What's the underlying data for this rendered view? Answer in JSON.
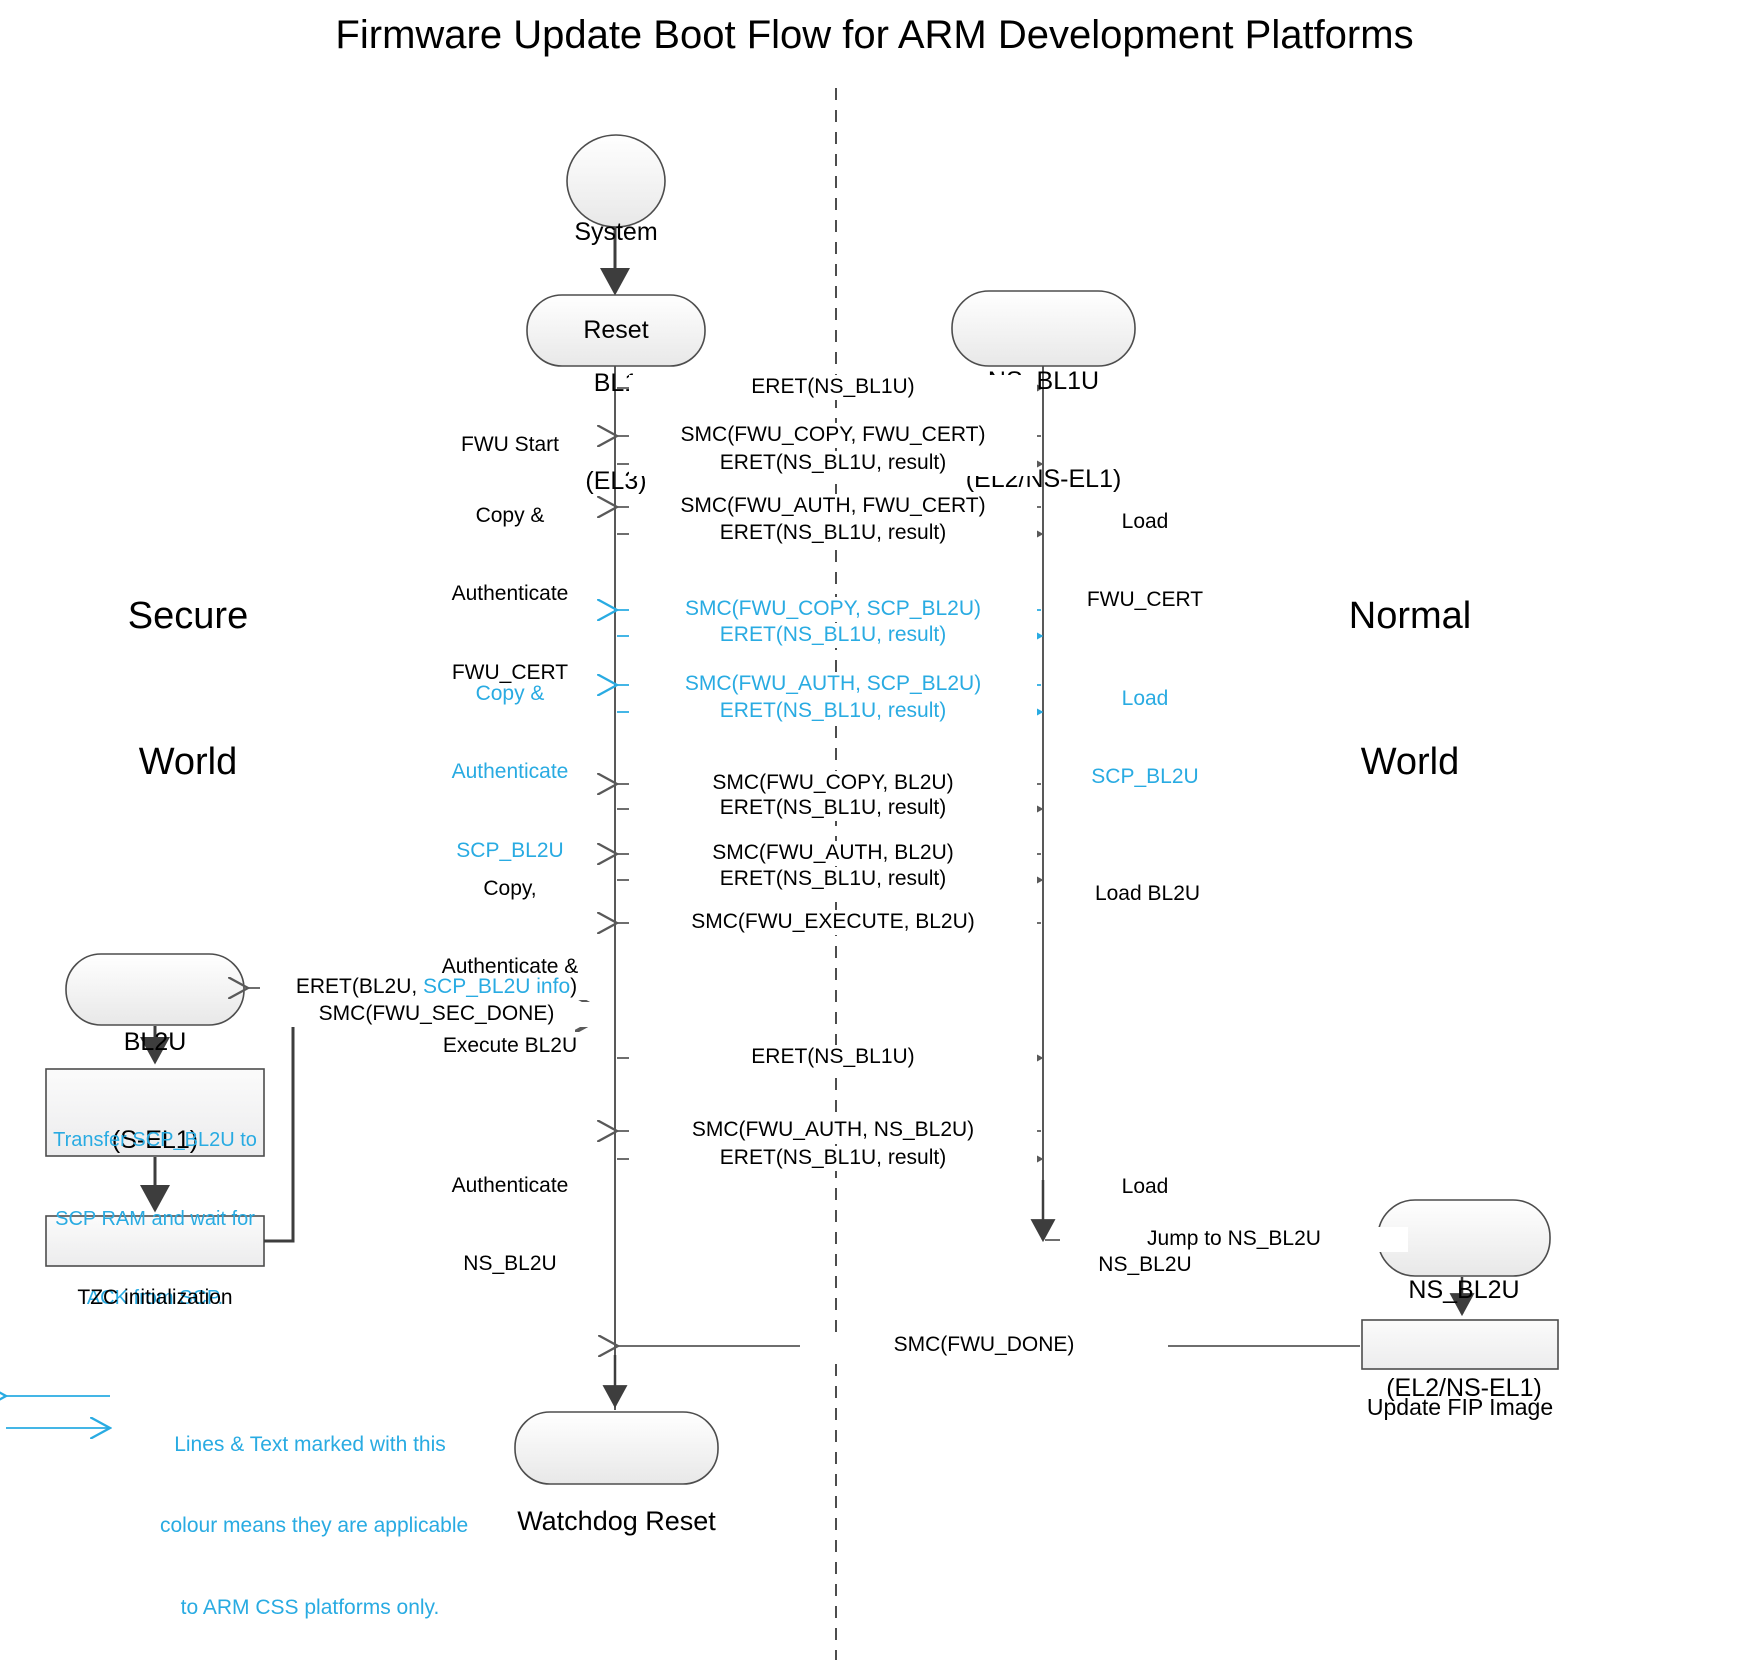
{
  "title": "Firmware Update Boot Flow for ARM Development Platforms",
  "colors": {
    "cyan": "#29ABE2",
    "line": "#595959",
    "text": "#000000",
    "node_fill_top": "#ffffff",
    "node_fill_bottom": "#ebebeb",
    "node_stroke": "#4d4d4d"
  },
  "worlds": {
    "secure_line1": "Secure",
    "secure_line2": "World",
    "normal_line1": "Normal",
    "normal_line2": "World"
  },
  "nodes": {
    "system_reset": {
      "line1": "System",
      "line2": "Reset",
      "shape": "ellipse"
    },
    "bl1": {
      "line1": "BL1",
      "line2": "(EL3)",
      "shape": "rounded"
    },
    "ns_bl1u": {
      "line1": "NS_BL1U",
      "line2": "(EL2/NS-EL1)",
      "shape": "rounded"
    },
    "bl2u": {
      "line1": "BL2U",
      "line2": "(S-EL1)",
      "shape": "rounded"
    },
    "ns_bl2u": {
      "line1": "NS_BL2U",
      "line2": "(EL2/NS-EL1)",
      "shape": "rounded"
    },
    "watchdog_reset": {
      "line1": "Watchdog Reset",
      "shape": "rounded"
    },
    "transfer_box": {
      "line1": "Transfer SCP_BL2U to",
      "line2": "SCP RAM and wait for",
      "line3": "ACK from SCP.",
      "shape": "rect",
      "color": "cyan"
    },
    "tzc_box": {
      "line1": "TZC initialization",
      "shape": "rect",
      "color": "dark"
    },
    "update_fip_box": {
      "line1": "Update FIP Image",
      "shape": "rect",
      "color": "dark"
    }
  },
  "messages": [
    {
      "id": "m1",
      "label": "ERET(NS_BL1U)",
      "dir": "right",
      "color": "dark"
    },
    {
      "id": "m2",
      "label": "SMC(FWU_COPY, FWU_CERT)",
      "dir": "left",
      "color": "dark"
    },
    {
      "id": "m3",
      "label": "ERET(NS_BL1U, result)",
      "dir": "right",
      "color": "dark"
    },
    {
      "id": "m4",
      "label": "SMC(FWU_AUTH, FWU_CERT)",
      "dir": "left",
      "color": "dark"
    },
    {
      "id": "m5",
      "label": "ERET(NS_BL1U, result)",
      "dir": "right",
      "color": "dark"
    },
    {
      "id": "m6",
      "label": "SMC(FWU_COPY, SCP_BL2U)",
      "dir": "left",
      "color": "cyan"
    },
    {
      "id": "m7",
      "label": "ERET(NS_BL1U, result)",
      "dir": "right",
      "color": "cyan"
    },
    {
      "id": "m8",
      "label": "SMC(FWU_AUTH, SCP_BL2U)",
      "dir": "left",
      "color": "cyan"
    },
    {
      "id": "m9",
      "label": "ERET(NS_BL1U, result)",
      "dir": "right",
      "color": "cyan"
    },
    {
      "id": "m10",
      "label": "SMC(FWU_COPY, BL2U)",
      "dir": "left",
      "color": "dark"
    },
    {
      "id": "m11",
      "label": "ERET(NS_BL1U, result)",
      "dir": "right",
      "color": "dark"
    },
    {
      "id": "m12",
      "label": "SMC(FWU_AUTH, BL2U)",
      "dir": "left",
      "color": "dark"
    },
    {
      "id": "m13",
      "label": "ERET(NS_BL1U, result)",
      "dir": "right",
      "color": "dark"
    },
    {
      "id": "m14",
      "label": "SMC(FWU_EXECUTE, BL2U)",
      "dir": "left",
      "color": "dark"
    },
    {
      "id": "m15",
      "label_a": "ERET(BL2U, ",
      "label_b": "SCP_BL2U info",
      "label_c": ")",
      "dir": "left",
      "color": "mixed"
    },
    {
      "id": "m16",
      "label": "SMC(FWU_SEC_DONE)",
      "dir": "right",
      "color": "dark"
    },
    {
      "id": "m17",
      "label": "ERET(NS_BL1U)",
      "dir": "right",
      "color": "dark"
    },
    {
      "id": "m18",
      "label": "SMC(FWU_AUTH, NS_BL2U)",
      "dir": "left",
      "color": "dark"
    },
    {
      "id": "m19",
      "label": "ERET(NS_BL1U, result)",
      "dir": "right",
      "color": "dark"
    },
    {
      "id": "m20",
      "label": "Jump to NS_BL2U",
      "dir": "right",
      "color": "dark"
    },
    {
      "id": "m21",
      "label": "SMC(FWU_DONE)",
      "dir": "left",
      "color": "dark"
    }
  ],
  "left_annotations": [
    {
      "id": "a1",
      "lines": [
        "FWU Start"
      ],
      "color": "dark"
    },
    {
      "id": "a2",
      "lines": [
        "Copy &",
        "Authenticate",
        "FWU_CERT"
      ],
      "color": "dark"
    },
    {
      "id": "a3",
      "lines": [
        "Copy &",
        "Authenticate",
        "SCP_BL2U"
      ],
      "color": "cyan"
    },
    {
      "id": "a4",
      "lines": [
        "Copy,",
        "Authenticate &",
        "Execute BL2U"
      ],
      "color": "dark"
    },
    {
      "id": "a5",
      "lines": [
        "Authenticate",
        "NS_BL2U"
      ],
      "color": "dark"
    }
  ],
  "right_annotations": [
    {
      "id": "b1",
      "lines": [
        "Load",
        "FWU_CERT"
      ],
      "color": "dark"
    },
    {
      "id": "b2",
      "lines": [
        "Load",
        "SCP_BL2U"
      ],
      "color": "cyan"
    },
    {
      "id": "b3",
      "lines": [
        "Load BL2U"
      ],
      "color": "dark"
    },
    {
      "id": "b4",
      "lines": [
        "Load",
        "NS_BL2U"
      ],
      "color": "dark"
    }
  ],
  "legend": {
    "line1": "Lines & Text marked with this",
    "line2": "colour means they are applicable",
    "line3": "to ARM CSS platforms only."
  }
}
